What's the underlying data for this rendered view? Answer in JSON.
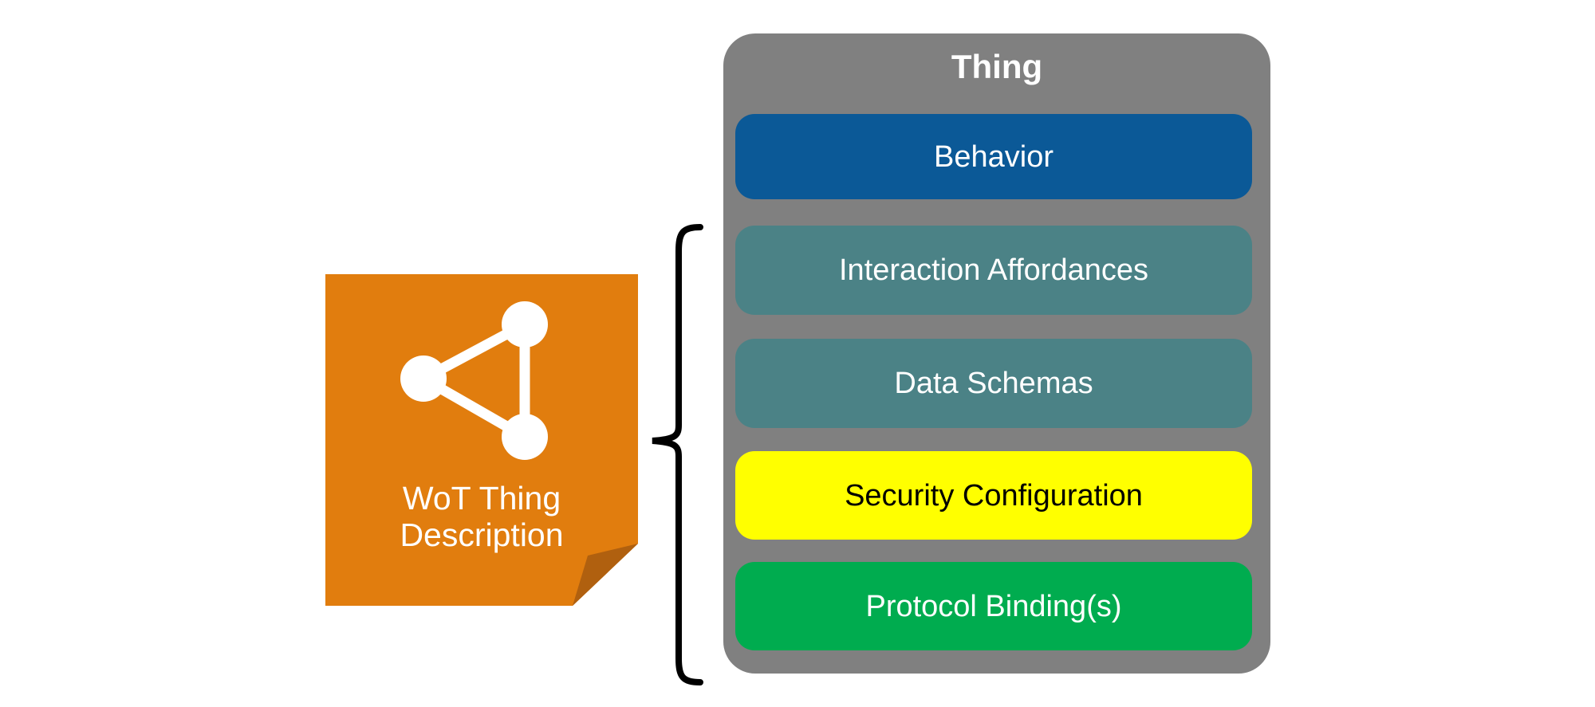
{
  "note": {
    "title_lines": {
      "0": "WoT Thing",
      "1": "Description"
    },
    "background": "#E17D0E",
    "fold_color": "#B0600F",
    "text_color": "#FFFFFF",
    "logo_icon": "wot-node-triangle",
    "logo_color": "#FFFFFF"
  },
  "brace": {
    "color": "#000000"
  },
  "panel": {
    "title": "Thing",
    "background": "#808080",
    "title_color": "#FFFFFF",
    "boxes": [
      {
        "label": "Behavior",
        "background": "#0B5997",
        "text_color": "#FFFFFF"
      },
      {
        "label": "Interaction Affordances",
        "background": "#4B8286",
        "text_color": "#FFFFFF"
      },
      {
        "label": "Data Schemas",
        "background": "#4B8286",
        "text_color": "#FFFFFF"
      },
      {
        "label": "Security Configuration",
        "background": "#FFFF00",
        "text_color": "#000000"
      },
      {
        "label": "Protocol Binding(s)",
        "background": "#00AC4F",
        "text_color": "#FFFFFF"
      }
    ]
  }
}
